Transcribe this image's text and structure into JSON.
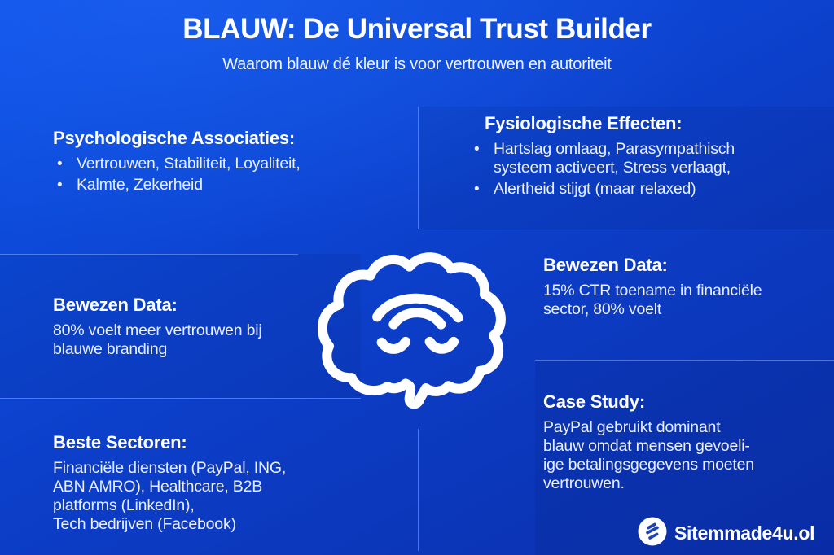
{
  "header": {
    "title": "BLAUW: De Universal Trust Builder",
    "subtitle": "Waarom blauw dé kleur is voor vertrouwen en autoriteit"
  },
  "sections": {
    "psych": {
      "heading": "Psychologische Associaties:",
      "bullets": [
        "Vertrouwen, Stabiliteit, Loyaliteit,",
        "Kalmte, Zekerheid"
      ]
    },
    "fysio": {
      "heading": "Fysiologische Effecten:",
      "bullets": [
        "Hartslag omlaag, Parasympathisch\nsysteem activeert, Stress verlaagt,",
        "Alertheid stijgt (maar relaxed)"
      ]
    },
    "bewezen_left": {
      "heading": "Bewezen Data:",
      "body": "80% voelt meer vertrouwen bij\nblauwe branding"
    },
    "bewezen_right": {
      "heading": "Bewezen Data:",
      "body": "15% CTR toename in financiële\nsector, 80% voelt"
    },
    "beste": {
      "heading": "Beste Sectoren:",
      "body": "Financiële diensten (PayPal, ING,\nABN AMRO), Healthcare, B2B\nplatforms (LinkedIn),\nTech bedrijven (Facebook)"
    },
    "case_study": {
      "heading": "Case Study:",
      "body": "PayPal gebruikt dominant\nblauw omdat mensen gevoeli-\nige betalingsgegevens moeten\nvertrouwen."
    }
  },
  "footer": {
    "brand": "Sitemmade4u.ol"
  },
  "icons": {
    "brain": "calm-brain-outline-with-closed-eyes-and-wave",
    "logo_mark": "layered-diagonal-stripes-in-white-circle"
  },
  "bullet_glyph": "•",
  "colors": {
    "background_top": "#0d52e8",
    "background_bottom": "#0a2fae",
    "heading_text": "#ffffff",
    "body_text": "#e9efff",
    "divider": "#96b6f5",
    "logo_mark_blue": "#1b43b5"
  }
}
